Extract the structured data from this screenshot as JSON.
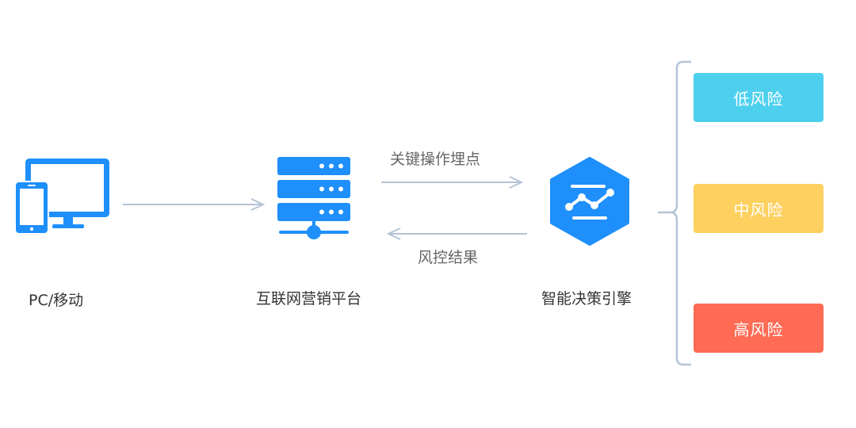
{
  "nodes": {
    "client": {
      "label": "PC/移动",
      "icon": "pc-mobile-icon"
    },
    "platform": {
      "label": "互联网营销平台",
      "icon": "server-icon"
    },
    "engine": {
      "label": "智能决策引擎",
      "icon": "decision-engine-icon"
    }
  },
  "arrows": {
    "to_engine": {
      "label": "关键操作埋点"
    },
    "to_platform": {
      "label": "风控结果"
    }
  },
  "risks": [
    {
      "label": "低风险",
      "color": "#4DD0EE"
    },
    {
      "label": "中风险",
      "color": "#FDD05F"
    },
    {
      "label": "高风险",
      "color": "#FF6B54"
    }
  ],
  "colors": {
    "icon_blue": "#1E8FFB",
    "arrow": "#B4C4D6",
    "bracket": "#B4C4D6",
    "text": "#333333"
  }
}
